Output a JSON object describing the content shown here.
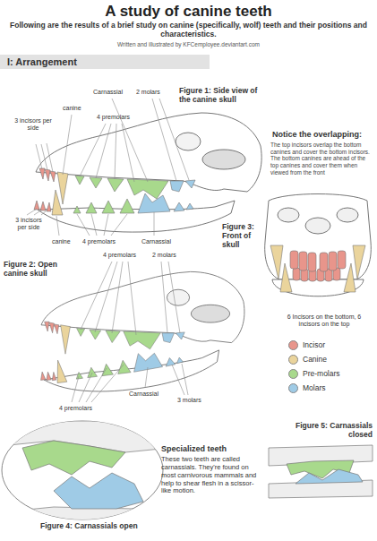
{
  "diagram": {
    "title": "A study of canine teeth",
    "nodes": [
      {
        "text": [
          "I: Arrangement"
        ]
      }
    ],
    "labels": [
      "Following are the results of a brief study on canine (specifically, wolf) teeth and their positions and characteristics.",
      "Written and illustrated by KFCemployee.deviantart.com",
      "Carnassial",
      "2 molars",
      "Figure 1: Side view of the canine skull",
      "canine",
      "4 premolars",
      "3 incisors per side",
      "Notice the overlapping:",
      "The top incisors overlap the bottom canines and cover the bottom incisors. The bottom canines are ahead of the top canines and cover them when viewed from the front",
      "3 incisors per side",
      "canine",
      "4 premolars",
      "Carnassial",
      "Figure 3: Front of skull",
      "Figure 2: Open canine skull",
      "4 premolars",
      "2 molars",
      "6 Incisors on the bottom, 6 incisors on the top",
      "4 premolars",
      "Carnassial",
      "3 molars",
      "Specialized teeth",
      "These two teeth are called carnassials. They're found on most carnivorous mammals and help to shear flesh in a scissor-like motion.",
      "Figure 5: Carnassials closed",
      "Figure 4: Carnassials open"
    ],
    "legend": [
      {
        "text": "Incisor",
        "color": "#e8958b"
      },
      {
        "text": "Canine",
        "color": "#ead49c"
      },
      {
        "text": "Pre-molars",
        "color": "#a8d98c"
      },
      {
        "text": "Molars",
        "color": "#9fcbe6"
      }
    ]
  }
}
